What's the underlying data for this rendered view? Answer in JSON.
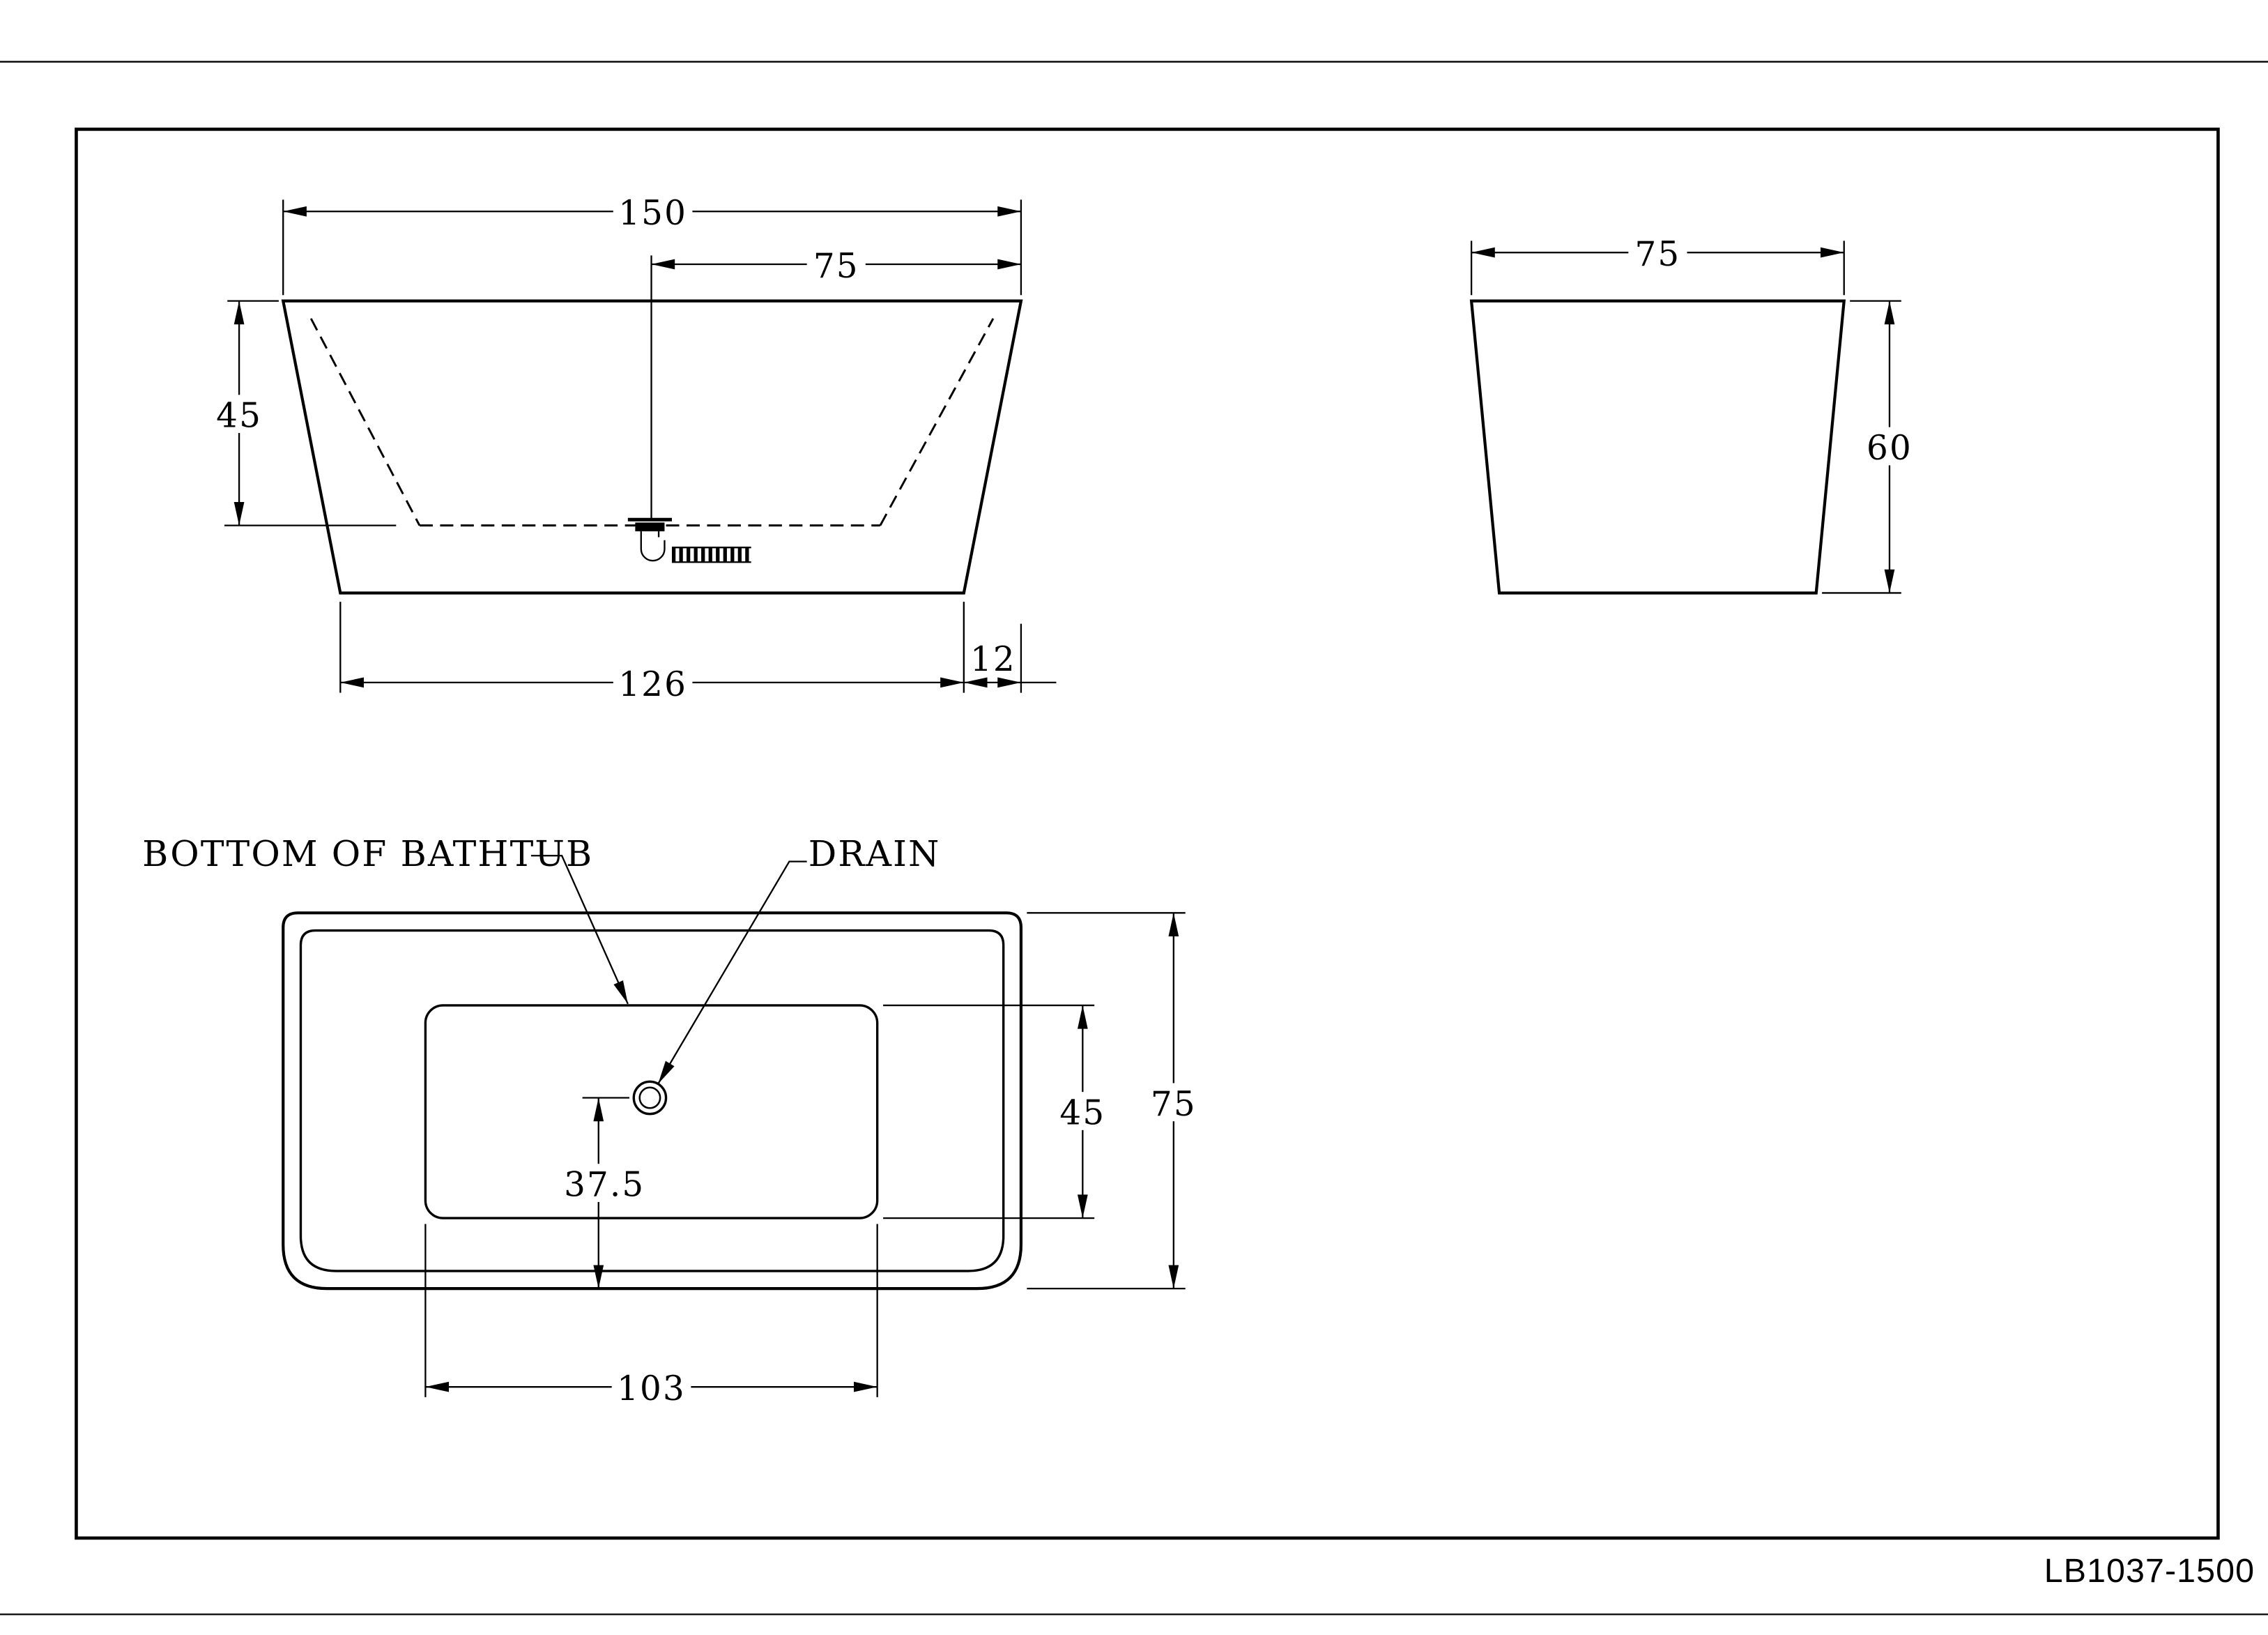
{
  "title": {
    "model_code": "LB1037-1500"
  },
  "colors": {
    "ink": "#000000",
    "background": "#ffffff"
  },
  "labels": {
    "bottom_of_bathtub": "BOTTOM OF BATHTUB",
    "drain": "DRAIN"
  },
  "front_view": {
    "top_width": "150",
    "center_to_edge": "75",
    "depth": "45",
    "bottom_width": "126",
    "rim_offset": "12"
  },
  "side_view": {
    "width": "75",
    "height": "60"
  },
  "plan_view": {
    "basin_width": "45",
    "overall_width": "75",
    "drain_offset": "37.5",
    "basin_length": "103"
  }
}
